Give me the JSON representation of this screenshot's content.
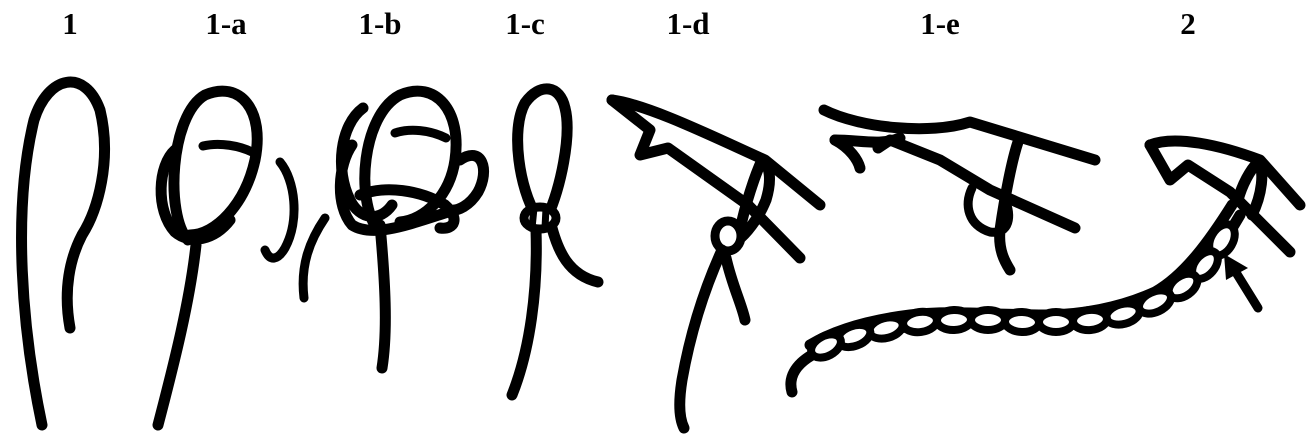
{
  "steps": [
    {
      "id": "1",
      "label": "1"
    },
    {
      "id": "1a",
      "label": "1-a"
    },
    {
      "id": "1b",
      "label": "1-b"
    },
    {
      "id": "1c",
      "label": "1-c"
    },
    {
      "id": "1d",
      "label": "1-d"
    },
    {
      "id": "1e",
      "label": "1-e"
    },
    {
      "id": "2",
      "label": "2"
    }
  ],
  "colors": {
    "ink": "#000000",
    "paper": "#ffffff"
  },
  "icons": [
    "yarn-loop-icon",
    "crochet-hook-icon",
    "chain-stitch-icon",
    "arrow-icon"
  ]
}
